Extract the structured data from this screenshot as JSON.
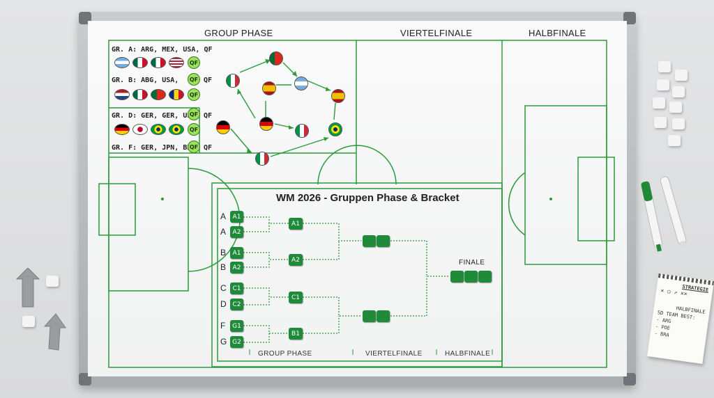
{
  "headers": {
    "group_phase": "GROUP PHASE",
    "quarterfinal": "VIERTELFINALE",
    "semifinal": "HALBFINALE"
  },
  "groups": [
    {
      "label": "GR. A: ARG, MEX, USA,",
      "qf": "QF",
      "flags": [
        "Argentina",
        "Mexico",
        "Mexico",
        "USA"
      ]
    },
    {
      "label": "GR. B: ABG, USA,",
      "qf": "QF",
      "flags": [
        "Netherlands",
        "Mexico",
        "Portugal",
        "Romania"
      ]
    },
    {
      "label": "GR. D: GER, GER, USA,",
      "qf": "QF",
      "flags": [
        "Germany",
        "Japan",
        "Brazil",
        "Brazil"
      ]
    },
    {
      "label": "GR. F: GER, JPN, BRA,",
      "qf": "QF"
    }
  ],
  "qf_badge": "QF",
  "network_flags": [
    "Portugal",
    "Italy",
    "Spain",
    "Argentina",
    "Spain",
    "Germany",
    "Germany",
    "Italy",
    "Brazil",
    "Italy"
  ],
  "bracket": {
    "title": "WM 2026 - Gruppen Phase & Bracket",
    "rows": [
      {
        "group": "A",
        "tile": "A1"
      },
      {
        "group": "A",
        "tile": "A2"
      },
      {
        "group": "B",
        "tile": "A1"
      },
      {
        "group": "B",
        "tile": "A2"
      },
      {
        "group": "C",
        "tile": "C1"
      },
      {
        "group": "D",
        "tile": "C2"
      },
      {
        "group": "F",
        "tile": "G1"
      },
      {
        "group": "G",
        "tile": "G2"
      }
    ],
    "qf_tiles": [
      "A1",
      "A2",
      "C1",
      "B1"
    ],
    "final_label": "FINALE",
    "footer": [
      "GROUP PHASE",
      "VIERTELFINALE",
      "HALBFINALE"
    ]
  },
  "note": {
    "title": "STRATEGIE",
    "lines": [
      "HALBFINALE",
      "SD TEAM BEST:",
      "- ARG",
      "- POE",
      "- BRA"
    ]
  },
  "colors": {
    "pitch_line": "#2a9a3a",
    "tile": "#1e8a3a",
    "qf_badge": "#9be15d"
  }
}
